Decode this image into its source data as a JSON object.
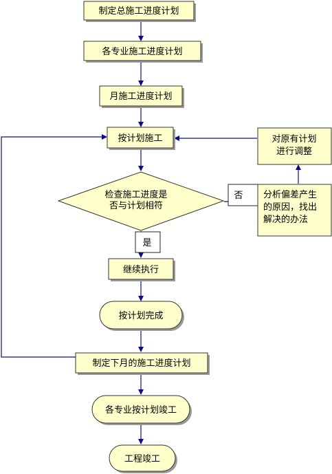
{
  "nodes": {
    "make_master_plan": "制定总施工进度计划",
    "specialty_plan": "各专业施工进度计划",
    "monthly_plan": "月施工进度计划",
    "execute_by_plan": "按计划施工",
    "check_progress_line1": "检查施工进度是",
    "check_progress_line2": "否与计划相符",
    "continue_execution": "继续执行",
    "plan_completed": "按计划完成",
    "next_month_plan": "制定下月的施工进度计划",
    "specialty_completion": "各专业按计划竣工",
    "project_completion": "工程竣工",
    "adjust_plan_line1": "对原有计划",
    "adjust_plan_line2": "进行调整",
    "analyze_line1": "分析偏差产生",
    "analyze_line2": "的原因，找出",
    "analyze_line3": "解决的办法"
  },
  "edge_labels": {
    "yes": "是",
    "no": "否"
  },
  "colors": {
    "node_fill": "#ffffcc",
    "node_border": "#333333",
    "shadow": "#9a9a9a",
    "arrow": "#0a0a8a"
  }
}
